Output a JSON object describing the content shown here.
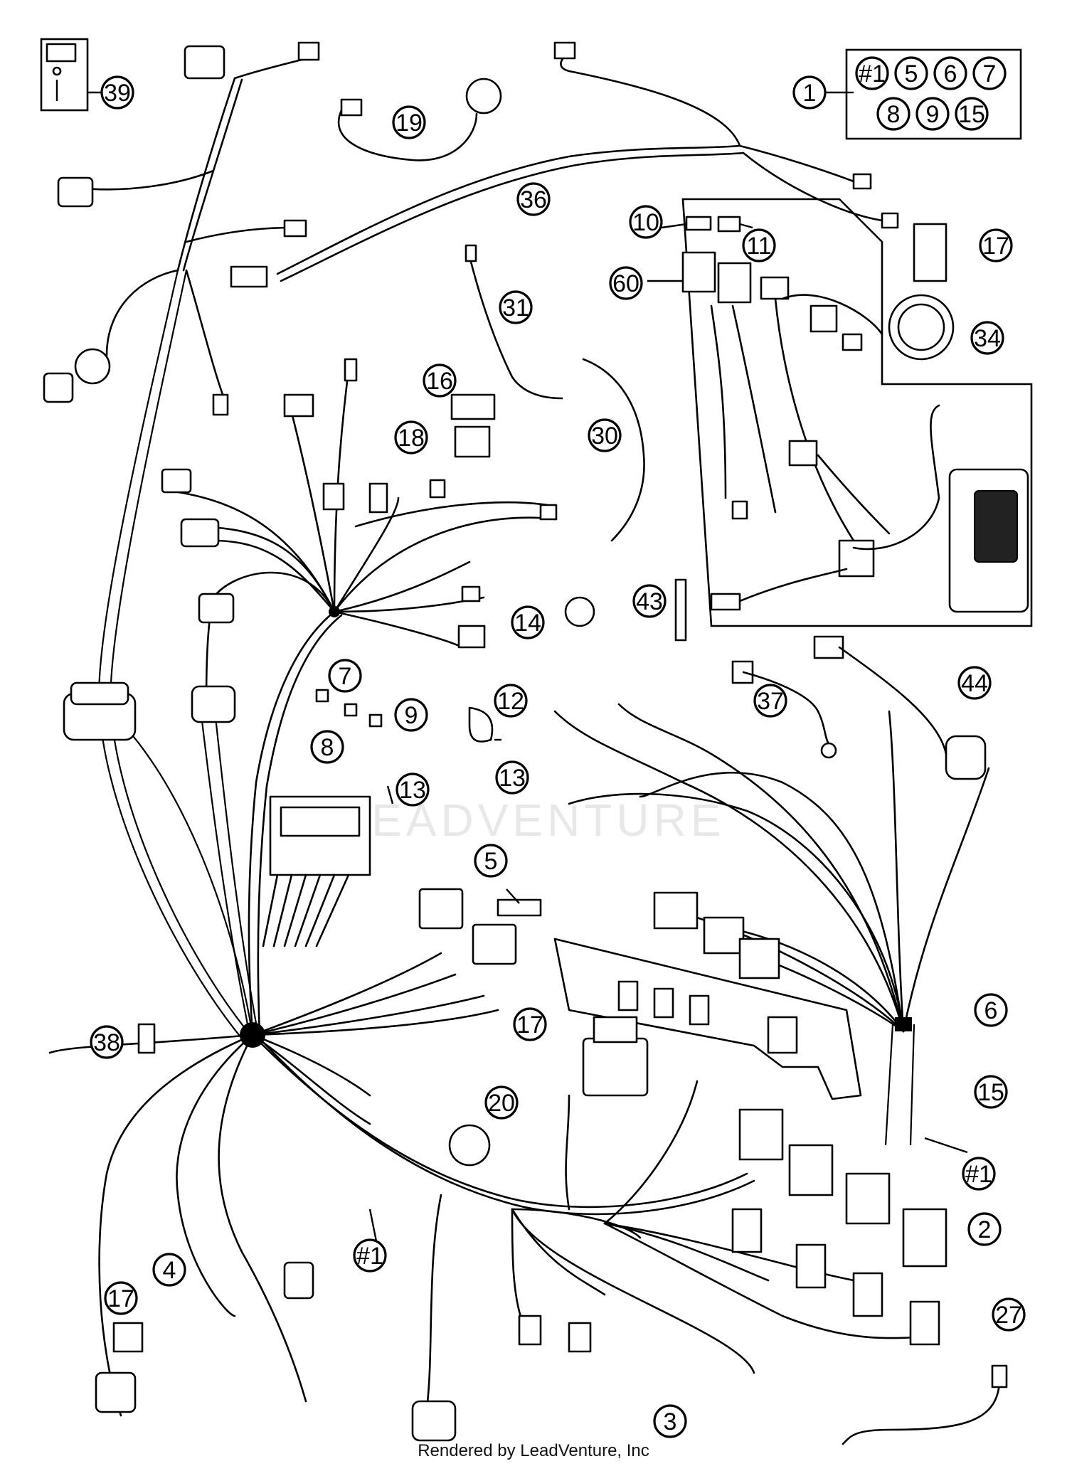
{
  "watermark": "LEADVENTURE",
  "footer": "Rendered by LeadVenture, Inc",
  "kit_box_items": [
    "#1",
    "5",
    "6",
    "7",
    "8",
    "9",
    "15"
  ],
  "callouts": {
    "c1": "1",
    "c2": "2",
    "c3": "3",
    "c4": "4",
    "c5": "5",
    "c6": "6",
    "c7": "7",
    "c8": "8",
    "c9": "9",
    "c10": "10",
    "c11": "11",
    "c12": "12",
    "c13a": "13",
    "c13b": "13",
    "c14": "14",
    "c15": "15",
    "c16": "16",
    "c17a": "17",
    "c17b": "17",
    "c17c": "17",
    "c18": "18",
    "c19": "19",
    "c20": "20",
    "c27": "27",
    "c30": "30",
    "c31": "31",
    "c34": "34",
    "c36": "36",
    "c37": "37",
    "c38": "38",
    "c39": "39",
    "c43": "43",
    "c44": "44",
    "c60": "60"
  },
  "hash_refs": {
    "h1": "#1",
    "h2": "#1"
  }
}
